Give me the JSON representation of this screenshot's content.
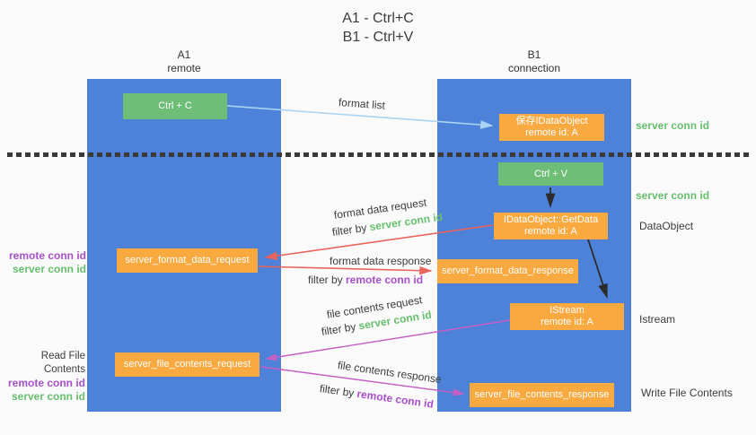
{
  "title": {
    "line1": "A1 - Ctrl+C",
    "line2": "B1 - Ctrl+V"
  },
  "lanes": {
    "left": {
      "title": "A1",
      "subtitle": "remote"
    },
    "right": {
      "title": "B1",
      "subtitle": "connection"
    }
  },
  "nodes": {
    "ctrl_c": {
      "label": "Ctrl + C"
    },
    "save_idataobject": {
      "line1": "保存IDataObject",
      "line2": "remote id: A"
    },
    "ctrl_v": {
      "label": "Ctrl + V"
    },
    "getdata": {
      "line1": "IDataObject::GetData",
      "line2": "remote id: A"
    },
    "server_format_data_request": {
      "label": "server_format_data_request"
    },
    "server_format_data_response": {
      "label": "server_format_data_response"
    },
    "istream": {
      "line1": "IStream",
      "line2": "remote id: A"
    },
    "server_file_contents_request": {
      "label": "server_file_contents_request"
    },
    "server_file_contents_response": {
      "label": "server_file_contents_response"
    }
  },
  "edges": {
    "format_list": {
      "label": "format list"
    },
    "format_data_request": {
      "label": "format data request",
      "filter_prefix": "filter by ",
      "filter_key": "server conn id"
    },
    "format_data_response": {
      "label": "format data response",
      "filter_prefix": "filter by ",
      "filter_key": "remote conn id"
    },
    "file_contents_request": {
      "label": "file contents request",
      "filter_prefix": "filter by ",
      "filter_key": "server conn id"
    },
    "file_contents_response": {
      "label": "file contents response",
      "filter_prefix": "filter by ",
      "filter_key": "remote conn id"
    }
  },
  "annotations": {
    "left_upper": {
      "remote": "remote conn id",
      "server": "server conn id"
    },
    "left_lower": {
      "title": "Read File Contents",
      "remote": "remote conn id",
      "server": "server conn id"
    },
    "right": {
      "server_top": "server conn id",
      "server_mid": "server conn id",
      "dataobject": "DataObject",
      "istream": "Istream",
      "write_file": "Write File Contents"
    }
  },
  "colors": {
    "background": "#fafafa",
    "lane_blue": "#4d82d8",
    "green_box": "#6fbe77",
    "orange_box": "#f8a940",
    "blue_arrow": "#aad4f2",
    "red_arrow": "#e9645c",
    "magenta_arrow": "#c55fc5",
    "black_arrow": "#2b2b2b",
    "green_text": "#67bf6e",
    "purple_text": "#a750c8"
  }
}
